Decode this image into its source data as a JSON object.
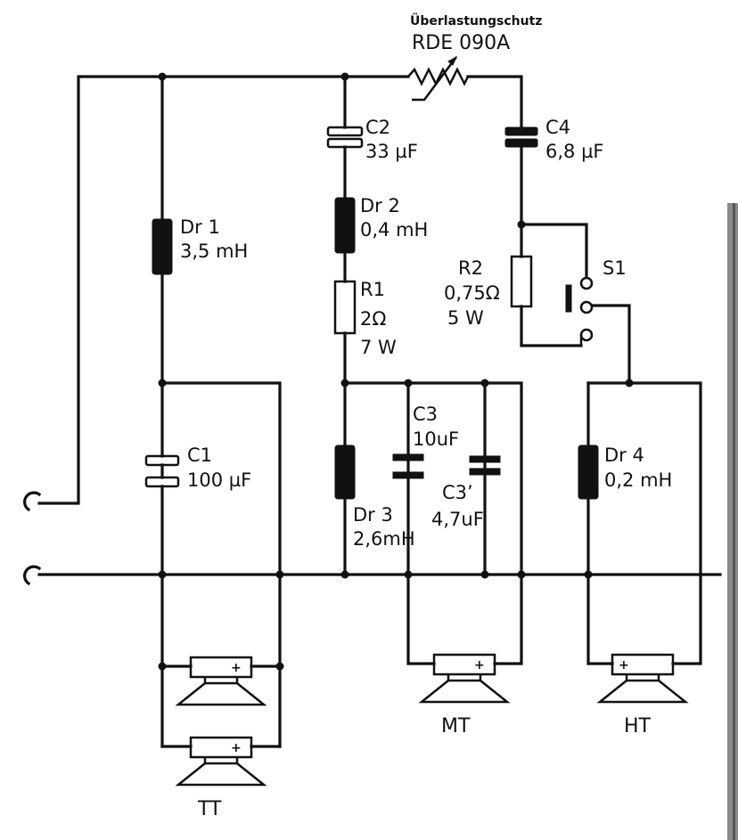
{
  "protection": {
    "title": "Überlastungschutz",
    "part": "RDE 090A"
  },
  "components": {
    "C1": {
      "name": "C1",
      "value": "100 µF"
    },
    "C2": {
      "name": "C2",
      "value": "33 µF"
    },
    "C3": {
      "name": "C3",
      "value": "10uF"
    },
    "C3b": {
      "name": "C3’",
      "value": "4,7uF"
    },
    "C4": {
      "name": "C4",
      "value": "6,8 µF"
    },
    "Dr1": {
      "name": "Dr 1",
      "value": "3,5 mH"
    },
    "Dr2": {
      "name": "Dr 2",
      "value": "0,4 mH"
    },
    "Dr3": {
      "name": "Dr 3",
      "value": "2,6mH"
    },
    "Dr4": {
      "name": "Dr 4",
      "value": "0,2 mH"
    },
    "R1": {
      "name": "R1",
      "value": "2Ω",
      "power": "7 W"
    },
    "R2": {
      "name": "R2",
      "value": "0,75Ω",
      "power": "5 W"
    },
    "S1": {
      "name": "S1"
    }
  },
  "speakers": {
    "tt": "TT",
    "mt": "MT",
    "ht": "HT",
    "plus": "+"
  }
}
